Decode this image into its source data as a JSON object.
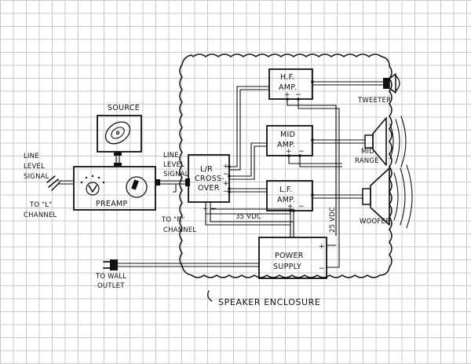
{
  "labels": {
    "source": "SOURCE",
    "line_level_signal": [
      "LINE",
      "LEVEL",
      "SIGNAL"
    ],
    "to_l_channel": [
      "TO \"L\"",
      "CHANNEL"
    ],
    "preamp": "PREAMP",
    "line_level_signal_2": [
      "LINE",
      "LEVEL",
      "SIGNAL"
    ],
    "to_r_channel": [
      "TO \"R\"",
      "CHANNEL"
    ],
    "crossover": [
      "L/R",
      "CROSS-",
      "OVER"
    ],
    "hf_amp": [
      "H.F.",
      "AMP."
    ],
    "mid_amp": [
      "MID",
      "AMP."
    ],
    "lf_amp": [
      "L.F.",
      "AMP."
    ],
    "power_supply": [
      "POWER",
      "SUPPLY"
    ],
    "vdc_35": "35 VDC",
    "vdc_25": "25 VDC",
    "tweeter": "TWEETER",
    "mid_range": [
      "MID",
      "RANGE"
    ],
    "woofer": "WOOFER",
    "to_wall_outlet": [
      "TO WALL",
      "OUTLET"
    ],
    "speaker_enclosure": "SPEAKER ENCLOSURE",
    "plus": "+",
    "minus": "−"
  }
}
